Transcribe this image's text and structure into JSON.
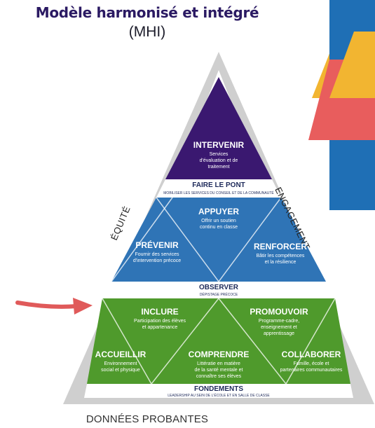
{
  "header": {
    "title": "Modèle harmonisé et intégré",
    "subtitle": "(MHI)"
  },
  "sides": {
    "left": "ÉQUITÉ",
    "right": "ENGAGEMENT"
  },
  "footer": "DONNÉES PROBANTES",
  "colors": {
    "purple": "#3a1870",
    "blue": "#2f74b6",
    "green": "#4f9a2c",
    "frame": "#cfcfcf",
    "band": "#ffffff",
    "arrow": "#e05a5a",
    "deco_yellow": "#f2b531",
    "deco_coral": "#e85d5d",
    "deco_blue": "#1f6fb5"
  },
  "tiers": {
    "top": {
      "title": "INTERVENIR",
      "desc": [
        "Services",
        "d'évaluation et de",
        "traitement"
      ]
    },
    "band1": {
      "title": "FAIRE LE PONT",
      "sub": "MOBILISER LES SERVICES DU CONSEIL ET DE LA COMMUNAUTÉ"
    },
    "middle": {
      "center": {
        "title": "APPUYER",
        "desc": [
          "Offrir un soutien",
          "continu en classe"
        ]
      },
      "left": {
        "title": "PRÉVENIR",
        "desc": [
          "Fournir des services",
          "d'intervention précoce"
        ]
      },
      "right": {
        "title": "RENFORCER",
        "desc": [
          "Bâtir les compétences",
          "et la résilience"
        ]
      }
    },
    "band2": {
      "title": "OBSERVER",
      "sub": "DÉPISTAGE PRÉCOCE"
    },
    "bottom": {
      "inclure": {
        "title": "INCLURE",
        "desc": [
          "Participation des élèves",
          "et appartenance"
        ]
      },
      "promouvoir": {
        "title": "PROMOUVOIR",
        "desc": [
          "Programme-cadre,",
          "enseignement et",
          "apprentissage"
        ]
      },
      "accueillir": {
        "title": "ACCUEILLIR",
        "desc": [
          "Environnement",
          "social et physique"
        ]
      },
      "comprendre": {
        "title": "COMPRENDRE",
        "desc": [
          "Littératie en matière",
          "de la santé mentale et",
          "connaître ses élèves"
        ]
      },
      "collaborer": {
        "title": "COLLABORER",
        "desc": [
          "Famille, école et",
          "partenaires communautaires"
        ]
      }
    },
    "band3": {
      "title": "FONDEMENTS",
      "sub": "LEADERSHIP AU SEIN DE L'ÉCOLE ET EN SALLE DE CLASSE"
    }
  }
}
